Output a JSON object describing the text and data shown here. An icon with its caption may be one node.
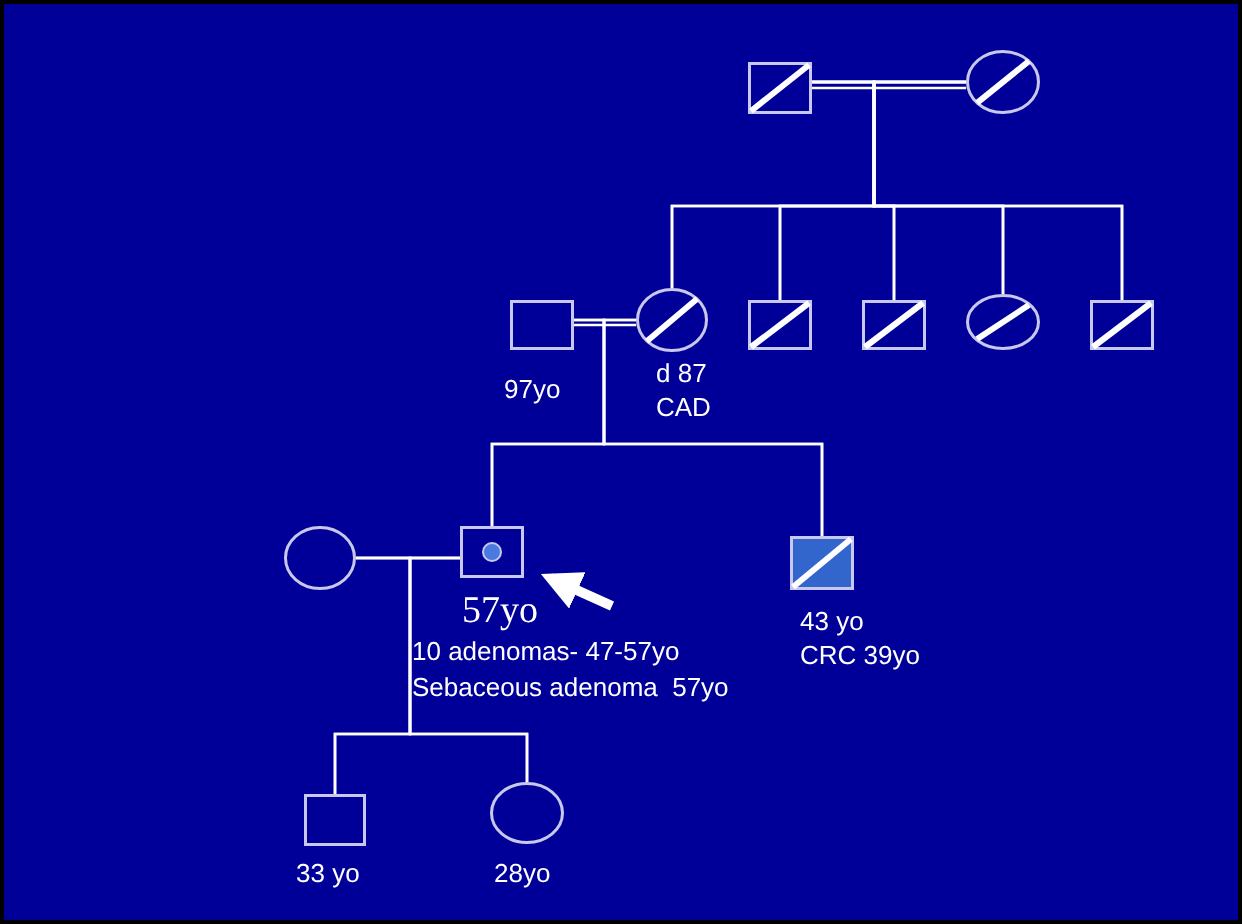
{
  "diagram": {
    "nodes": [
      {
        "text": [],
        "shape": "box"
      },
      {
        "text": [],
        "shape": "circle"
      },
      {
        "text": [],
        "shape": "box",
        "beside": [
          "97yo"
        ]
      },
      {
        "text": [],
        "shape": "circle",
        "beside": [
          "d 87",
          "CAD"
        ]
      },
      {
        "text": [],
        "shape": "box"
      },
      {
        "text": [],
        "shape": "box"
      },
      {
        "text": [],
        "shape": "circle"
      },
      {
        "text": [],
        "shape": "box"
      },
      {
        "text": [],
        "shape": "circle"
      },
      {
        "text": [],
        "shape": "box",
        "beside": [
          "57yo",
          "10 adenomas- 47-57yo",
          "Sebaceous adenoma  57yo"
        ]
      },
      {
        "text": [],
        "shape": "box",
        "beside": [
          "43 yo",
          "CRC 39yo"
        ]
      },
      {
        "text": [],
        "shape": "box",
        "beside": [
          "33 yo"
        ]
      },
      {
        "text": [],
        "shape": "circle",
        "beside": [
          "28yo"
        ]
      }
    ],
    "edges": [
      {
        "from": 0,
        "to": 1,
        "arrow": "none"
      },
      {
        "from": 0,
        "to": 3,
        "arrow": "none"
      },
      {
        "from": 1,
        "to": 3,
        "arrow": "none"
      },
      {
        "from": 0,
        "to": 4,
        "arrow": "none"
      },
      {
        "from": 1,
        "to": 4,
        "arrow": "none"
      },
      {
        "from": 0,
        "to": 5,
        "arrow": "none"
      },
      {
        "from": 1,
        "to": 5,
        "arrow": "none"
      },
      {
        "from": 0,
        "to": 6,
        "arrow": "none"
      },
      {
        "from": 1,
        "to": 6,
        "arrow": "none"
      },
      {
        "from": 0,
        "to": 7,
        "arrow": "none"
      },
      {
        "from": 1,
        "to": 7,
        "arrow": "none"
      },
      {
        "from": 2,
        "to": 3,
        "arrow": "none"
      },
      {
        "from": 2,
        "to": 9,
        "arrow": "none"
      },
      {
        "from": 3,
        "to": 9,
        "arrow": "none"
      },
      {
        "from": 2,
        "to": 10,
        "arrow": "none"
      },
      {
        "from": 3,
        "to": 10,
        "arrow": "none"
      },
      {
        "from": 8,
        "to": 9,
        "arrow": "none"
      },
      {
        "from": 8,
        "to": 11,
        "arrow": "none"
      },
      {
        "from": 9,
        "to": 11,
        "arrow": "none"
      },
      {
        "from": 8,
        "to": 12,
        "arrow": "none"
      },
      {
        "from": 9,
        "to": 12,
        "arrow": "none"
      },
      {
        "from": null,
        "to": 9,
        "arrow": "to",
        "style": "thick"
      }
    ]
  }
}
